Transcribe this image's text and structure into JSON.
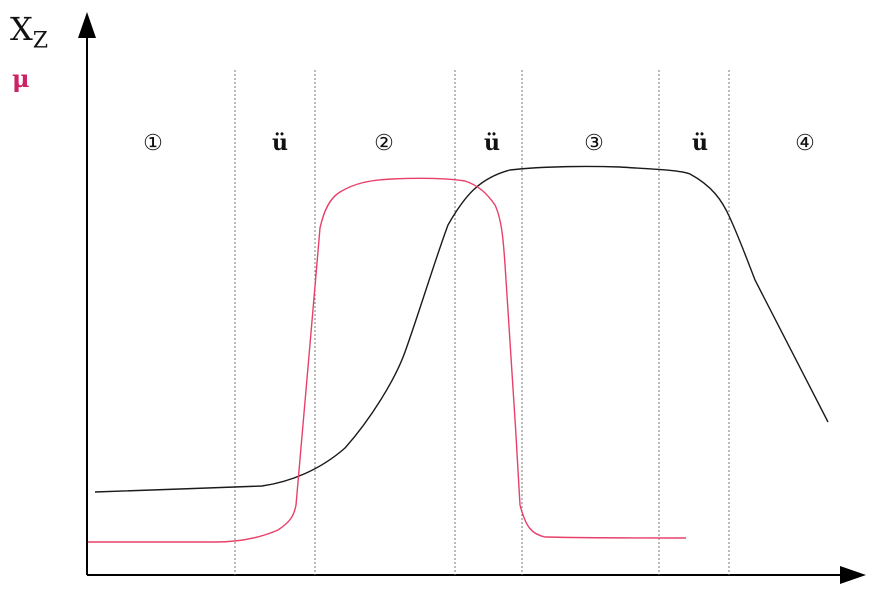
{
  "y_axis": {
    "label_x": "X",
    "label_x_sub": "Z",
    "label_mu": "μ"
  },
  "colors": {
    "xz_curve": "#1a1a1a",
    "mu_curve": "#e8406a",
    "mu_label": "#cc2266",
    "axis": "#000000",
    "divider": "#777777"
  },
  "regions": [
    {
      "label": "①",
      "kind": "phase"
    },
    {
      "label": "ü",
      "kind": "transition"
    },
    {
      "label": "②",
      "kind": "phase"
    },
    {
      "label": "ü",
      "kind": "transition"
    },
    {
      "label": "③",
      "kind": "phase"
    },
    {
      "label": "ü",
      "kind": "transition"
    },
    {
      "label": "④",
      "kind": "phase"
    }
  ],
  "curves": [
    {
      "id": "xz",
      "color_key": "xz_curve"
    },
    {
      "id": "mu",
      "color_key": "mu_curve"
    }
  ]
}
